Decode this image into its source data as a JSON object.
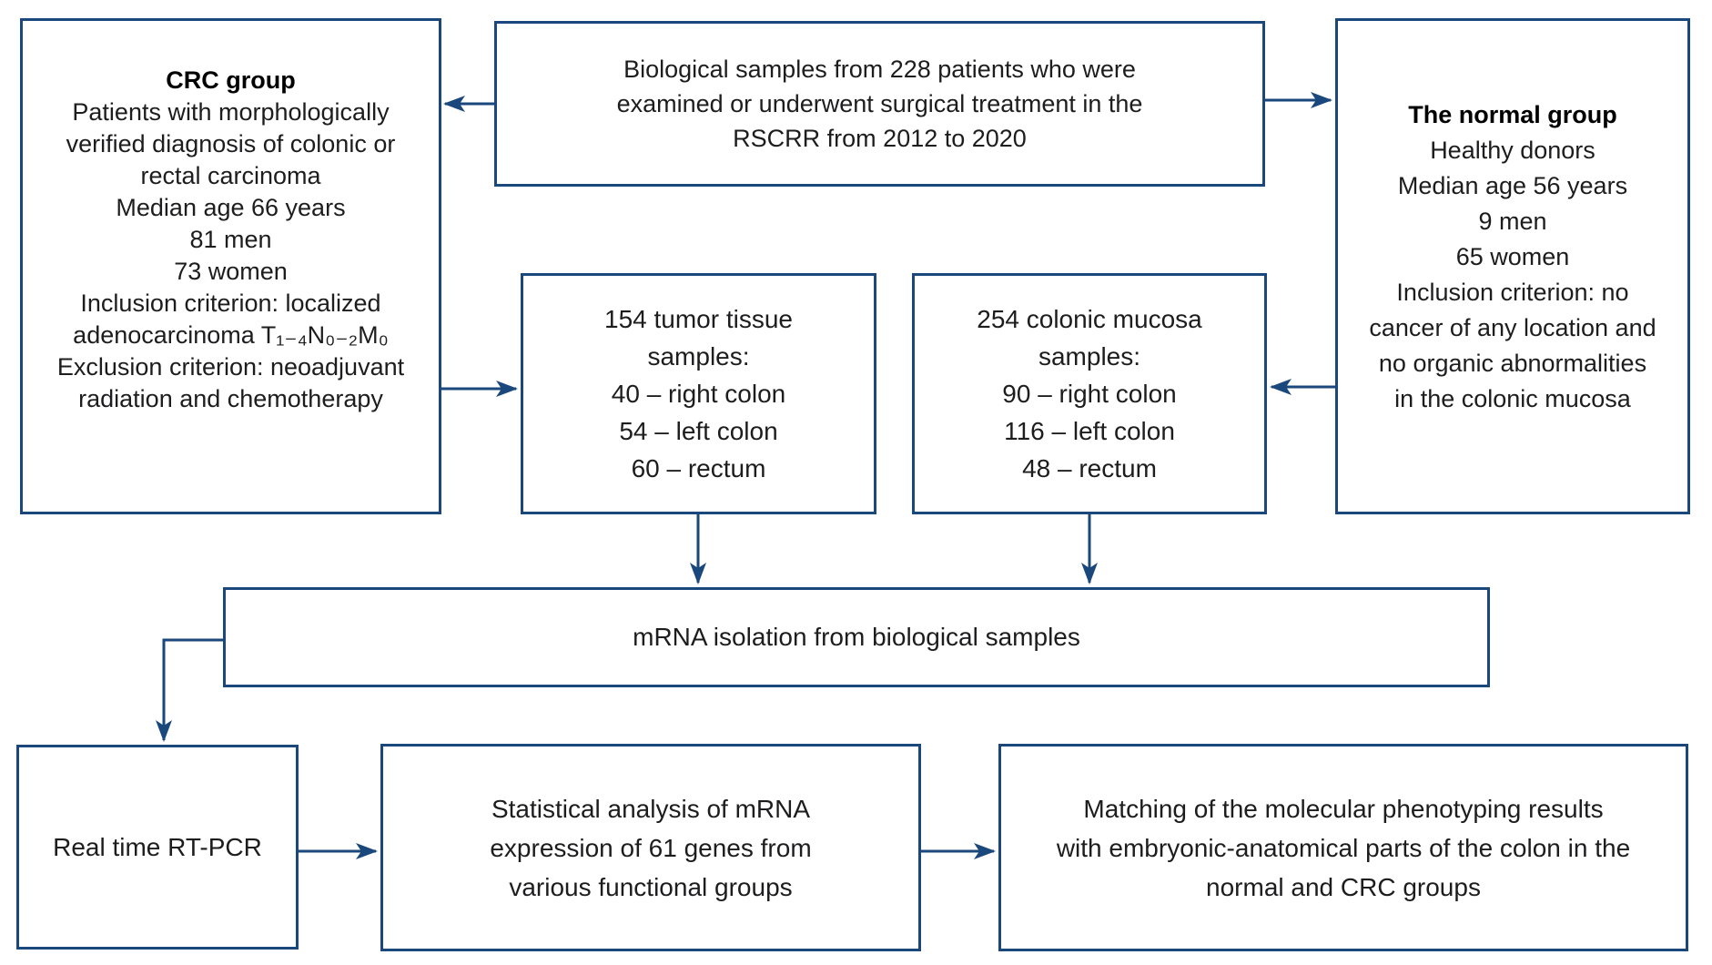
{
  "colors": {
    "accent": "#1a477c",
    "ink": "#1d1d1f",
    "background": "#ffffff"
  },
  "boxes": {
    "source": {
      "lines": [
        "Biological samples from 228 patients who were",
        "examined or underwent surgical treatment in the",
        "RSCRR from 2012 to 2020"
      ]
    },
    "crc": {
      "title": "CRC group",
      "lines": [
        "Patients with morphologically",
        "verified diagnosis of colonic or",
        "rectal carcinoma",
        "Median age 66 years",
        "81 men",
        "73 women",
        "Inclusion criterion: localized",
        "adenocarcinoma T₁₋₄N₀₋₂M₀",
        "Exclusion criterion: neoadjuvant",
        "radiation and chemotherapy"
      ]
    },
    "normal": {
      "title": "The normal group",
      "lines": [
        "Healthy donors",
        "Median age 56 years",
        "9 men",
        "65 women",
        "Inclusion criterion: no",
        "cancer of any location and",
        "no organic abnormalities",
        "in the colonic mucosa"
      ]
    },
    "tumor": {
      "lines": [
        "154 tumor tissue",
        "samples:",
        "40 – right colon",
        "54 – left colon",
        "60 – rectum"
      ]
    },
    "mucosa": {
      "lines": [
        "254 colonic mucosa",
        "samples:",
        "90 – right colon",
        "116 – left colon",
        "48 – rectum"
      ]
    },
    "mrna": {
      "text": "mRNA isolation from biological samples"
    },
    "rtpcr": {
      "text": "Real time RT-PCR"
    },
    "stats": {
      "lines": [
        "Statistical analysis of mRNA",
        "expression of 61 genes from",
        "various functional groups"
      ]
    },
    "matching": {
      "lines": [
        "Matching of the molecular phenotyping results",
        "with embryonic-anatomical parts of the colon in the",
        "normal and CRC groups"
      ]
    }
  }
}
